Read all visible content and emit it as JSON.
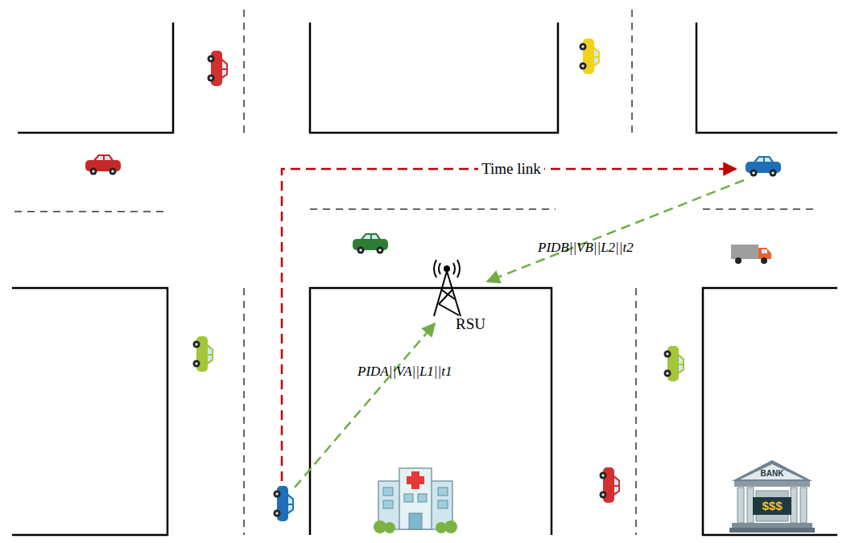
{
  "diagram": {
    "nodes": [
      {
        "text": [
          "RSU"
        ]
      },
      {
        "text": [
          "BANK",
          "$$$"
        ]
      }
    ],
    "labels": [
      "Time link",
      "PIDB||VB||L2||t2",
      "PIDA||VA||L1||t1"
    ]
  }
}
